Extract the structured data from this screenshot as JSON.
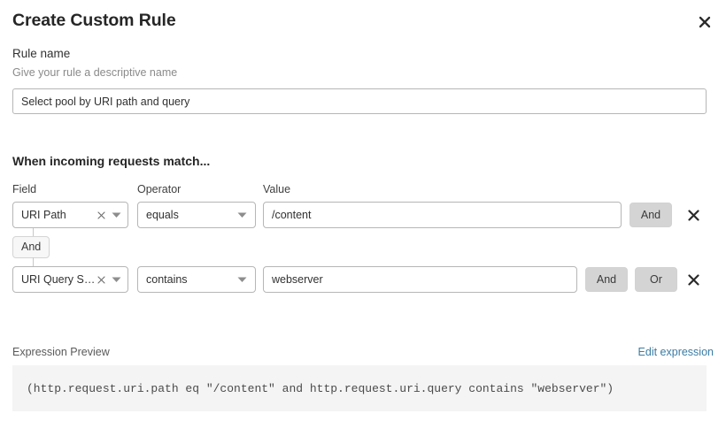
{
  "header": {
    "title": "Create Custom Rule",
    "close_icon": "close-icon"
  },
  "rule_name": {
    "label": "Rule name",
    "hint": "Give your rule a descriptive name",
    "value": "Select pool by URI path and query",
    "placeholder": "Select pool by URI path and query"
  },
  "match_section": {
    "heading": "When incoming requests match...",
    "columns": {
      "field": "Field",
      "operator": "Operator",
      "value": "Value"
    },
    "group_connector": {
      "label": "And"
    },
    "rows": [
      {
        "field": "URI Path",
        "field_clear_icon": "clear-icon",
        "field_caret_icon": "chevron-down-icon",
        "operator": "equals",
        "operator_caret_icon": "chevron-down-icon",
        "value": "/content",
        "value_placeholder": "Enter value",
        "logic_buttons": [
          "And"
        ],
        "delete_icon": "delete-icon"
      },
      {
        "field": "URI Query St...",
        "field_clear_icon": "clear-icon",
        "field_caret_icon": "chevron-down-icon",
        "operator": "contains",
        "operator_caret_icon": "chevron-down-icon",
        "value": "webserver",
        "value_placeholder": "Enter value",
        "logic_buttons": [
          "And",
          "Or"
        ],
        "delete_icon": "delete-icon"
      }
    ]
  },
  "expression_preview": {
    "label": "Expression Preview",
    "edit_link": "Edit expression",
    "expression": "(http.request.uri.path eq \"/content\" and http.request.uri.query contains \"webserver\")"
  },
  "colors": {
    "accent_link": "#3a7ca5",
    "logic_button_bg": "#d4d4d4",
    "preview_bg": "#f4f4f4",
    "border": "#b6b6b6"
  }
}
